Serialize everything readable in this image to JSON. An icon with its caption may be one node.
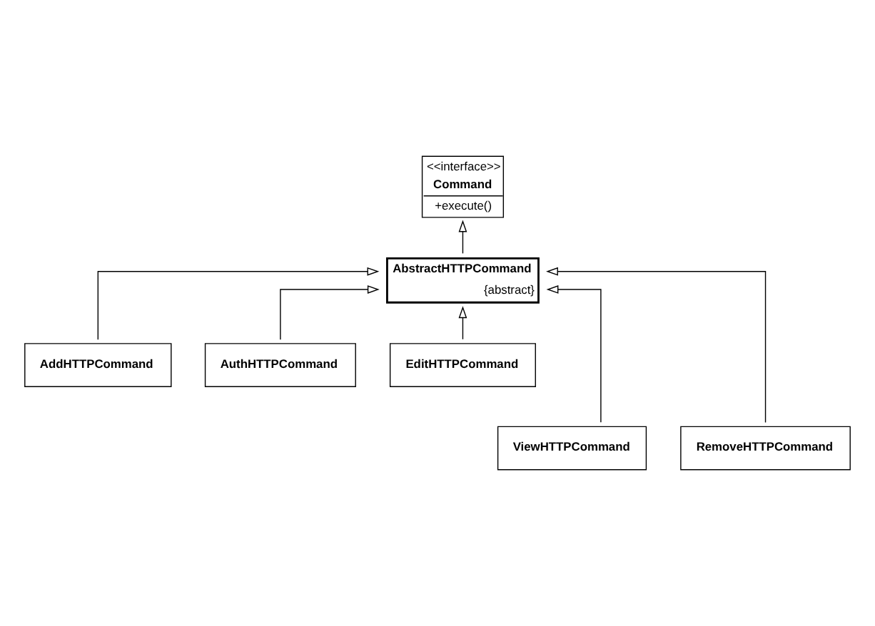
{
  "diagram": {
    "nodes": [
      {
        "text": [
          "<<interface>>",
          "Command",
          "+execute()"
        ]
      },
      {
        "text": [
          "AbstractHTTPCommand",
          "{abstract}"
        ]
      },
      {
        "text": [
          "AddHTTPCommand"
        ]
      },
      {
        "text": [
          "AuthHTTPCommand"
        ]
      },
      {
        "text": [
          "EditHTTPCommand"
        ]
      },
      {
        "text": [
          "ViewHTTPCommand"
        ]
      },
      {
        "text": [
          "RemoveHTTPCommand"
        ]
      }
    ],
    "edges": [
      {
        "from": 1,
        "to": 0,
        "arrow": "to"
      },
      {
        "from": 2,
        "to": 1,
        "arrow": "to"
      },
      {
        "from": 5,
        "to": 1,
        "arrow": "to"
      },
      {
        "from": 3,
        "to": 1,
        "arrow": "to"
      },
      {
        "from": 6,
        "to": 1,
        "arrow": "to"
      },
      {
        "from": 4,
        "to": 1,
        "arrow": "to"
      }
    ]
  }
}
